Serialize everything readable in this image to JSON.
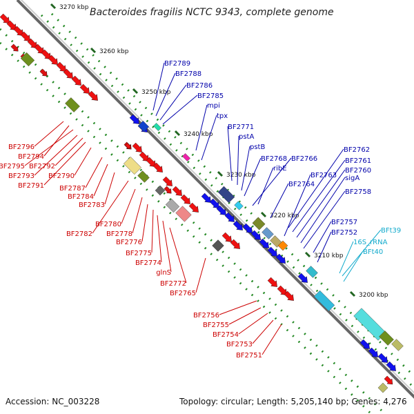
{
  "title": "Bacteroides fragilis NCTC 9343, complete genome",
  "footer": {
    "accession": "Accession: NC_003228",
    "summary": "Topology: circular; Length: 5,205,140 bp; Genes: 4,276"
  },
  "colors": {
    "label_red": "#cc0000",
    "label_blue": "#0000aa",
    "label_cyan": "#11aacc",
    "backbone": "#666666",
    "tick_dot": "#228822"
  },
  "scale_ticks": [
    "3270 kbp",
    "3260 kbp",
    "3250 kbp",
    "3240 kbp",
    "3230 kbp",
    "3220 kbp",
    "3210 kbp",
    "3200 kbp"
  ],
  "labels_red": [
    "BF2796",
    "BF2794",
    "BF2795",
    "BF2793",
    "BF2792",
    "BF2791",
    "BF2790",
    "BF2787",
    "BF2784",
    "BF2783",
    "BF2782",
    "BF2780",
    "BF2778",
    "BF2776",
    "BF2775",
    "BF2774",
    "glnS",
    "BF2772",
    "BF2765",
    "BF2756",
    "BF2755",
    "BF2754",
    "BF2753",
    "BF2751"
  ],
  "labels_blue": [
    "BF2789",
    "BF2788",
    "BF2786",
    "BF2785",
    "mpi",
    "tpx",
    "BF2771",
    "pstA",
    "pstB",
    "BF2768",
    "BF2766",
    "ribE",
    "BF2764",
    "BF2762",
    "BF2761",
    "BF2763",
    "BF2760",
    "sigA",
    "BF2758",
    "BF2757",
    "BF2752"
  ],
  "labels_cyan": [
    "BFt39",
    "16S_rRNA",
    "BFt40"
  ]
}
